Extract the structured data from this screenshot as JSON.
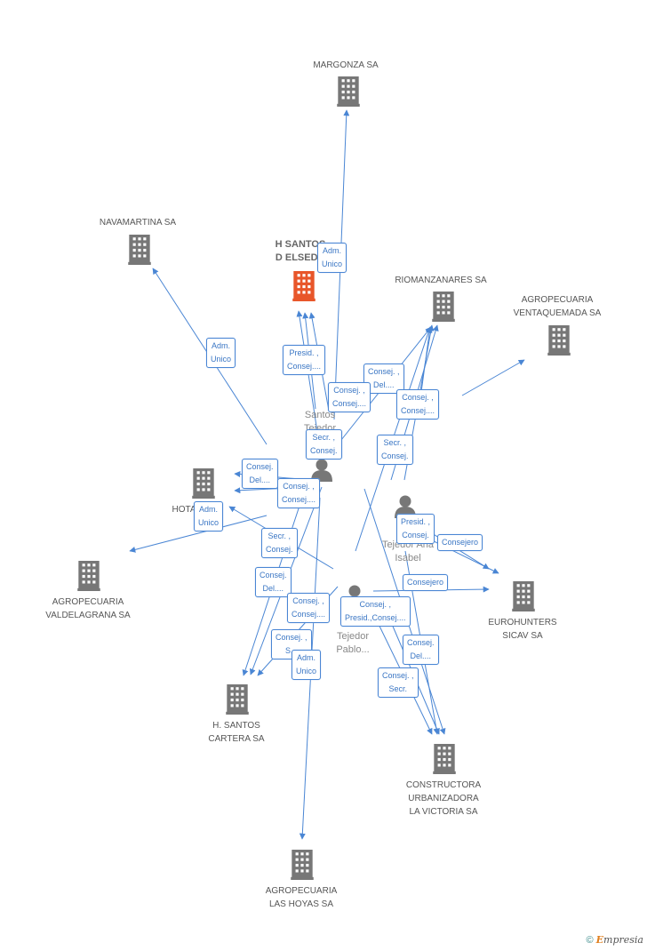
{
  "companies": [
    {
      "id": "margonza",
      "label": "MARGONZA SA"
    },
    {
      "id": "navamartina",
      "label": "NAVAMARTINA SA"
    },
    {
      "id": "hsantos_main",
      "label": "H SANTOS\nD ELSEDO",
      "main": true
    },
    {
      "id": "riomanzanares",
      "label": "RIOMANZANARES SA"
    },
    {
      "id": "ventaquemada",
      "label": "AGROPECUARIA\nVENTAQUEMADA SA"
    },
    {
      "id": "hota",
      "label": "HOTA"
    },
    {
      "id": "valdelagrana",
      "label": "AGROPECUARIA\nVALDELAGRANA SA"
    },
    {
      "id": "eurohunters",
      "label": "EUROHUNTERS\nSICAV SA"
    },
    {
      "id": "hsantos_cartera",
      "label": "H.  SANTOS\nCARTERA SA"
    },
    {
      "id": "constructora",
      "label": "CONSTRUCTORA\nURBANIZADORA\nLA VICTORIA SA"
    },
    {
      "id": "lashoyas",
      "label": "AGROPECUARIA\nLAS HOYAS SA"
    }
  ],
  "persons": [
    {
      "id": "p1",
      "label": "Santos\nTejedor\nJo..."
    },
    {
      "id": "p2",
      "label": "Sa...\nTejedor Ana\nIsabel"
    },
    {
      "id": "p3",
      "label": "S...\nTejedor\nPablo..."
    }
  ],
  "edge_labels": [
    {
      "id": "e1",
      "text": "Adm.\nUnico"
    },
    {
      "id": "e2",
      "text": "Adm.\nUnico"
    },
    {
      "id": "e3",
      "text": "Presid. ,\nConsej...."
    },
    {
      "id": "e4",
      "text": "Consej. ,\nDel...."
    },
    {
      "id": "e5",
      "text": "Consej. ,\nConsej...."
    },
    {
      "id": "e6",
      "text": "Consej. ,\nConsej...."
    },
    {
      "id": "e7",
      "text": "Secr. ,\nConsej."
    },
    {
      "id": "e8",
      "text": "Secr. ,\nConsej."
    },
    {
      "id": "e9",
      "text": "Consej.\nDel...."
    },
    {
      "id": "e10",
      "text": "Consej. ,\nConsej...."
    },
    {
      "id": "e11",
      "text": "Adm.\nUnico"
    },
    {
      "id": "e12",
      "text": "Presid. ,\nConsej."
    },
    {
      "id": "e13",
      "text": "Consejero"
    },
    {
      "id": "e14",
      "text": "Secr. ,\nConsej."
    },
    {
      "id": "e15",
      "text": "Consej.\nDel...."
    },
    {
      "id": "e16",
      "text": "Consejero"
    },
    {
      "id": "e17",
      "text": "Consej. ,\nConsej...."
    },
    {
      "id": "e18",
      "text": "Consej. ,\nPresid.,Consej...."
    },
    {
      "id": "e19",
      "text": "Consej. ,\nS..."
    },
    {
      "id": "e20",
      "text": "Adm.\nUnico"
    },
    {
      "id": "e21",
      "text": "Consej.\nDel...."
    },
    {
      "id": "e22",
      "text": "Consej. ,\nSecr."
    }
  ],
  "colors": {
    "edge": "#4a86d4",
    "building": "#777777",
    "building_main": "#e8562a",
    "person": "#777777"
  },
  "footer": {
    "copyright": "©",
    "brand_initial": "E",
    "brand_rest": "mpresia"
  }
}
